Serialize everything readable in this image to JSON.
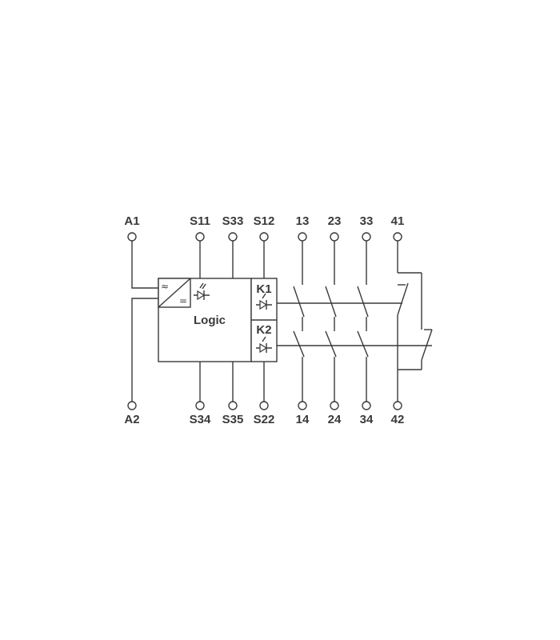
{
  "terminals_top": [
    "A1",
    "S11",
    "S33",
    "S12",
    "13",
    "23",
    "33",
    "41"
  ],
  "terminals_bottom": [
    "A2",
    "S34",
    "S35",
    "S22",
    "14",
    "24",
    "34",
    "42"
  ],
  "module": {
    "logic_label": "Logic",
    "relay_k1": "K1",
    "relay_k2": "K2",
    "ac_symbol": "≈",
    "dc_symbol": "="
  }
}
